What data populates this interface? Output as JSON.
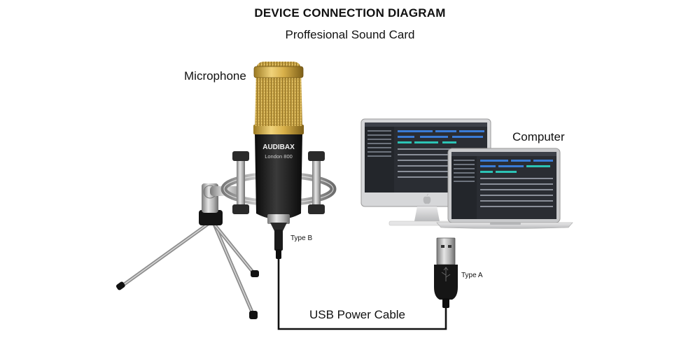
{
  "header": {
    "title": "DEVICE CONNECTION DIAGRAM",
    "subtitle": "Proffesional Sound Card"
  },
  "labels": {
    "microphone": "Microphone",
    "computer": "Computer",
    "cable": "USB Power Cable",
    "type_b": "Type B",
    "type_a": "Type A"
  },
  "microphone_branding": {
    "brand": "AUDIBAX",
    "model": "London 800"
  },
  "colors": {
    "mic_grille_gold": "#d9b24a",
    "mic_body_black": "#1c1c1c",
    "shock_mount_silver": "#b8b8b8",
    "cable_black": "#111111",
    "screen_dark": "#2a2d33",
    "accent_blue": "#3a7bd5",
    "accent_teal": "#2cc3b5"
  },
  "icons": {
    "apple_logo": "apple-logo-icon"
  }
}
